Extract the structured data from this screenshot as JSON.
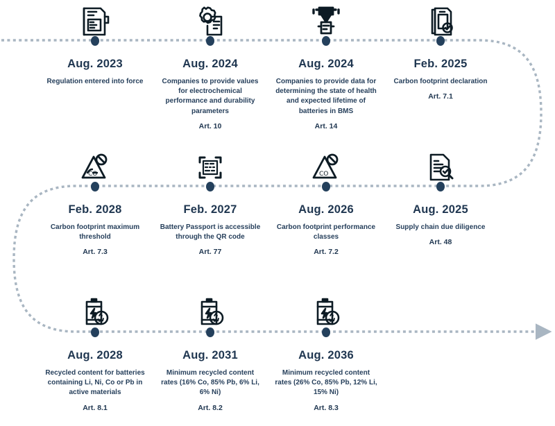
{
  "diagram": {
    "type": "serpentine-timeline",
    "title_visible": false,
    "colors": {
      "text_dark": "#1f3650",
      "node_dot": "#24405c",
      "path_dotted": "#a9b6c2",
      "icon": "#0d1b24",
      "background": "#ffffff"
    },
    "flow": {
      "row1_direction": "left-to-right",
      "row2_direction": "right-to-left",
      "row3_direction": "left-to-right",
      "arrow_end": "right-end-of-row-3"
    }
  },
  "milestones": [
    {
      "id": "aug-2023",
      "date": "Aug. 2023",
      "description": "Regulation entered into force",
      "article": "",
      "icon": "regulation-document-icon",
      "row": 1,
      "column": 1
    },
    {
      "id": "aug-2024-performance",
      "date": "Aug. 2024",
      "description": "Companies to provide values for electrochemical performance and durability parameters",
      "article": "Art. 10",
      "icon": "gear-document-icon",
      "row": 1,
      "column": 2
    },
    {
      "id": "aug-2024-bms",
      "date": "Aug. 2024",
      "description": "Companies to provide data for determining the state of health and expected lifetime of batteries in BMS",
      "article": "Art. 14",
      "icon": "battery-data-icon",
      "row": 1,
      "column": 3
    },
    {
      "id": "feb-2025",
      "date": "Feb. 2025",
      "description": "Carbon footprint declaration",
      "article": "Art. 7.1",
      "icon": "clipboard-check-icon",
      "row": 1,
      "column": 4
    },
    {
      "id": "feb-2028",
      "date": "Feb. 2028",
      "description": "Carbon footprint maximum threshold",
      "article": "Art. 7.3",
      "icon": "co2-warning-icon",
      "row": 2,
      "column": 1
    },
    {
      "id": "feb-2027",
      "date": "Feb. 2027",
      "description": "Battery Passport is accessible through the QR code",
      "article": "Art. 77",
      "icon": "qr-code-icon",
      "row": 2,
      "column": 2
    },
    {
      "id": "aug-2026",
      "date": "Aug. 2026",
      "description": "Carbon footprint performance classes",
      "article": "Art. 7.2",
      "icon": "co2-warning-icon",
      "row": 2,
      "column": 3
    },
    {
      "id": "aug-2025",
      "date": "Aug. 2025",
      "description": "Supply chain due diligence",
      "article": "Art. 48",
      "icon": "document-search-icon",
      "row": 2,
      "column": 4
    },
    {
      "id": "aug-2028",
      "date": "Aug. 2028",
      "description": "Recycled content for batteries containing Li, Ni, Co or Pb in active materials",
      "article": "Art. 8.1",
      "icon": "battery-recycle-icon",
      "row": 3,
      "column": 1
    },
    {
      "id": "aug-2031",
      "date": "Aug. 2031",
      "description": "Minimum recycled content rates (16% Co, 85% Pb, 6% Li, 6% Ni)",
      "article": "Art. 8.2",
      "icon": "battery-recycle-icon",
      "row": 3,
      "column": 2
    },
    {
      "id": "aug-2036",
      "date": "Aug. 2036",
      "description": "Minimum recycled content rates (26% Co, 85% Pb, 12% Li, 15% Ni)",
      "article": "Art. 8.3",
      "icon": "battery-recycle-icon",
      "row": 3,
      "column": 3
    }
  ]
}
